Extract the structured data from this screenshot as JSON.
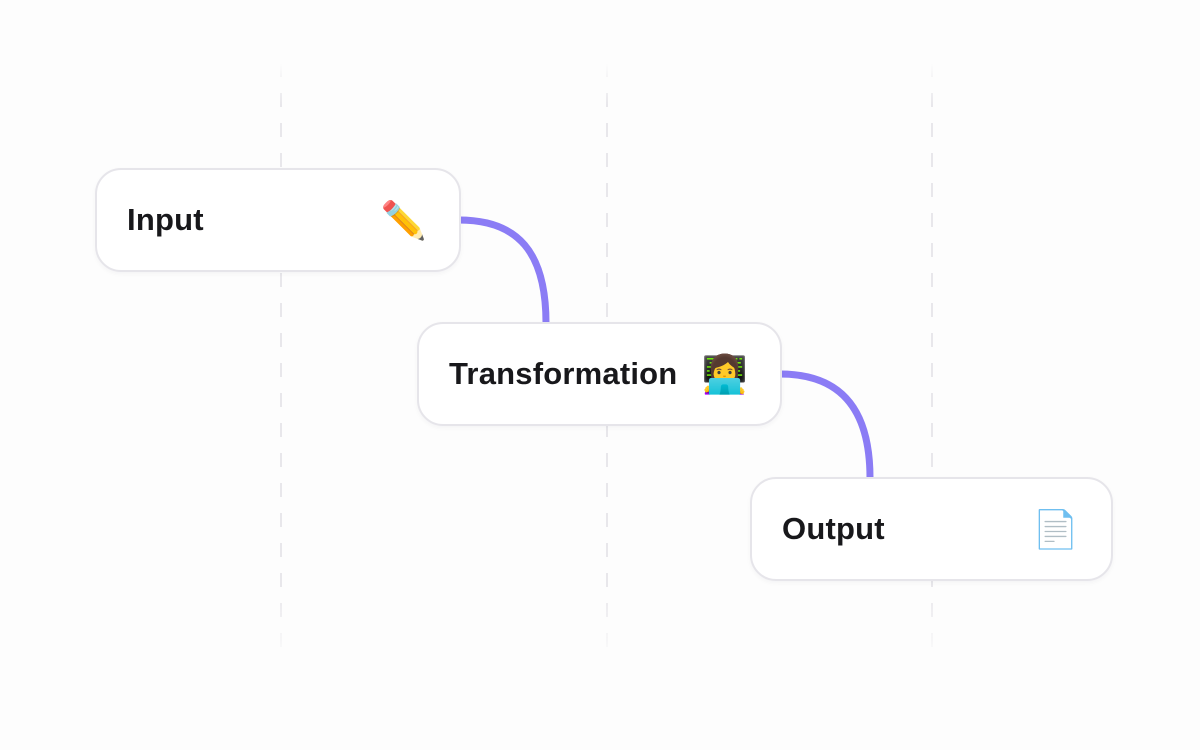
{
  "canvas": {
    "background_color": "#fdfdfd",
    "gridline_color": "#e8e7eb",
    "connector_color": "#8b7cf5",
    "node_border_color": "#e6e5ea",
    "node_background_color": "#ffffff",
    "label_color": "#18181b"
  },
  "nodes": [
    {
      "label": "Input",
      "icon": "✏️",
      "icon_name": "pencil-icon"
    },
    {
      "label": "Transformation",
      "icon": "👩‍💻",
      "icon_name": "woman-technologist-icon"
    },
    {
      "label": "Output",
      "icon": "📄",
      "icon_name": "page-facing-up-icon"
    }
  ],
  "edges": [
    {
      "from": "Input",
      "to": "Transformation"
    },
    {
      "from": "Transformation",
      "to": "Output"
    }
  ]
}
